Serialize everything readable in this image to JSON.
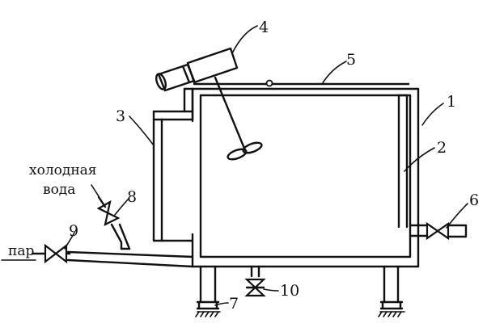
{
  "labels": {
    "n1": "1",
    "n2": "2",
    "n3": "3",
    "n4": "4",
    "n5": "5",
    "n6": "6",
    "n7": "7",
    "n8": "8",
    "n9": "9",
    "n10": "10"
  },
  "text": {
    "cold_water_line1": "холодная",
    "cold_water_line2": "вода",
    "steam": "пар"
  }
}
